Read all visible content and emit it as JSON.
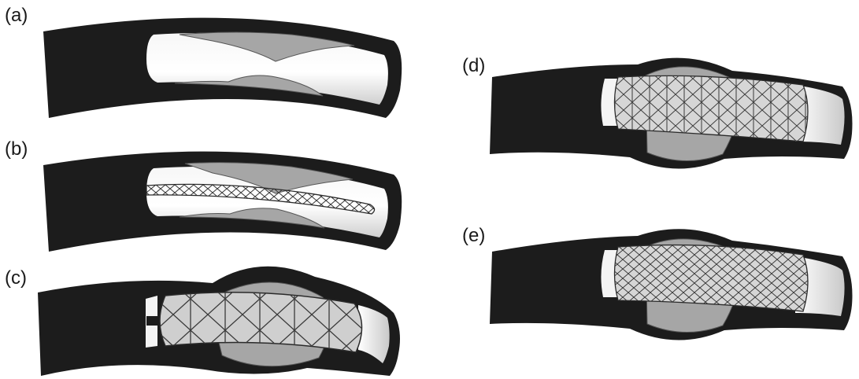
{
  "figure": {
    "panels": [
      {
        "id": "a",
        "label": "(a)"
      },
      {
        "id": "b",
        "label": "(b)"
      },
      {
        "id": "c",
        "label": "(c)"
      },
      {
        "id": "d",
        "label": "(d)"
      },
      {
        "id": "e",
        "label": "(e)"
      }
    ]
  },
  "colors": {
    "vessel_wall": "#1c1c1c",
    "lumen": "#f4f4f4",
    "lumen_shadow": "#c4c4c4",
    "plaque": "#a6a6a6",
    "stent_mesh": "#3a3a3a",
    "background": "#ffffff"
  },
  "icons": [
    "artery-vessel-icon",
    "plaque-icon",
    "stent-icon",
    "guidewire-icon"
  ]
}
